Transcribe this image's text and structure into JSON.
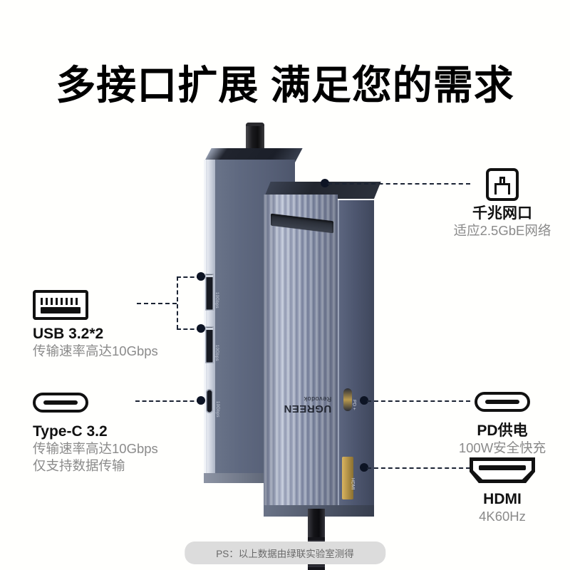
{
  "headline": "多接口扩展 满足您的需求",
  "background_color": "#fffffd",
  "accent_color": "#0d1424",
  "features": [
    {
      "id": "usb",
      "icon": "usb-a-icon",
      "title": "USB 3.2*2",
      "subtitles": [
        "传输速率高达10Gbps"
      ],
      "side": "left"
    },
    {
      "id": "typec",
      "icon": "type-c-icon",
      "title": "Type-C 3.2",
      "subtitles": [
        "传输速率高达10Gbps",
        "仅支持数据传输"
      ],
      "side": "left"
    },
    {
      "id": "ethernet",
      "icon": "rj45-ethernet-icon",
      "title": "千兆网口",
      "subtitles": [
        "适应2.5GbE网络"
      ],
      "side": "right"
    },
    {
      "id": "pd",
      "icon": "type-c-icon",
      "title": "PD供电",
      "subtitles": [
        "100W安全快充"
      ],
      "side": "right"
    },
    {
      "id": "hdmi",
      "icon": "hdmi-icon",
      "title": "HDMI",
      "subtitles": [
        "4K60Hz"
      ],
      "side": "right"
    }
  ],
  "product": {
    "brand": "UGREEN",
    "model": "Revodok",
    "port_labels": {
      "usb_top": "10Gbps",
      "usb_bottom": "10Gbps",
      "typec": "10Gbps",
      "pd": "PD +",
      "hdmi": "HDMI"
    }
  },
  "footer": {
    "note": "PS：以上数据由绿联实验室测得"
  }
}
